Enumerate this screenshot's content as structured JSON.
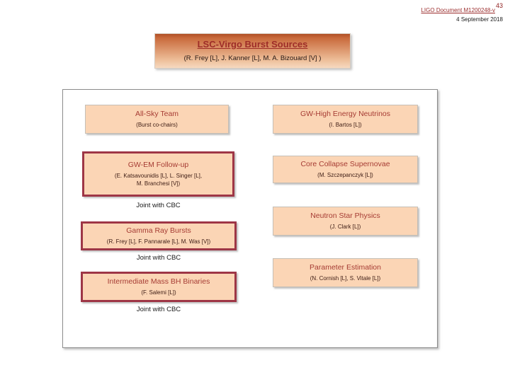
{
  "header": {
    "doc_link": "LIGO Document M1200248-v",
    "slide_number": "43",
    "date": "4 September 2018"
  },
  "title_box": {
    "title": "LSC-Virgo Burst Sources",
    "chairs": "(R. Frey [L], J. Kanner [L], M. A. Bizouard [V] )"
  },
  "org": {
    "left": [
      {
        "title": "All-Sky Team",
        "members_line1": "(Burst co-chairs)",
        "members_line2": "",
        "note": ""
      },
      {
        "title": "GW-EM Follow-up",
        "members_line1": "(E. Katsavounidis [L], L. Singer [L],",
        "members_line2": "M. Branchesi [V])",
        "note": "Joint with CBC"
      },
      {
        "title": "Gamma Ray Bursts",
        "members_line1": "(R. Frey [L], F. Pannarale [L], M. Was [V])",
        "members_line2": "",
        "note": "Joint with CBC"
      },
      {
        "title": "Intermediate Mass BH Binaries",
        "members_line1": "(F. Salemi [L])",
        "members_line2": "",
        "note": "Joint with CBC"
      }
    ],
    "right": [
      {
        "title": "GW-High Energy Neutrinos",
        "members_line1": "(I. Bartos [L])"
      },
      {
        "title": "Core Collapse Supernovae",
        "members_line1": "(M. Szczepanczyk [L])"
      },
      {
        "title": "Neutron Star Physics",
        "members_line1": "(J. Clark [L])"
      },
      {
        "title": "Parameter Estimation",
        "members_line1": "(N. Cornish [L], S. Vitale [L])"
      }
    ]
  },
  "colors": {
    "box_fill": "#FBD5B5",
    "thick_border": "#9E3646",
    "title_text": "#A63C34",
    "banner_gradient_top": "#B05026",
    "banner_gradient_bottom": "#F6D9C0",
    "link_red": "#9B2D2D"
  }
}
